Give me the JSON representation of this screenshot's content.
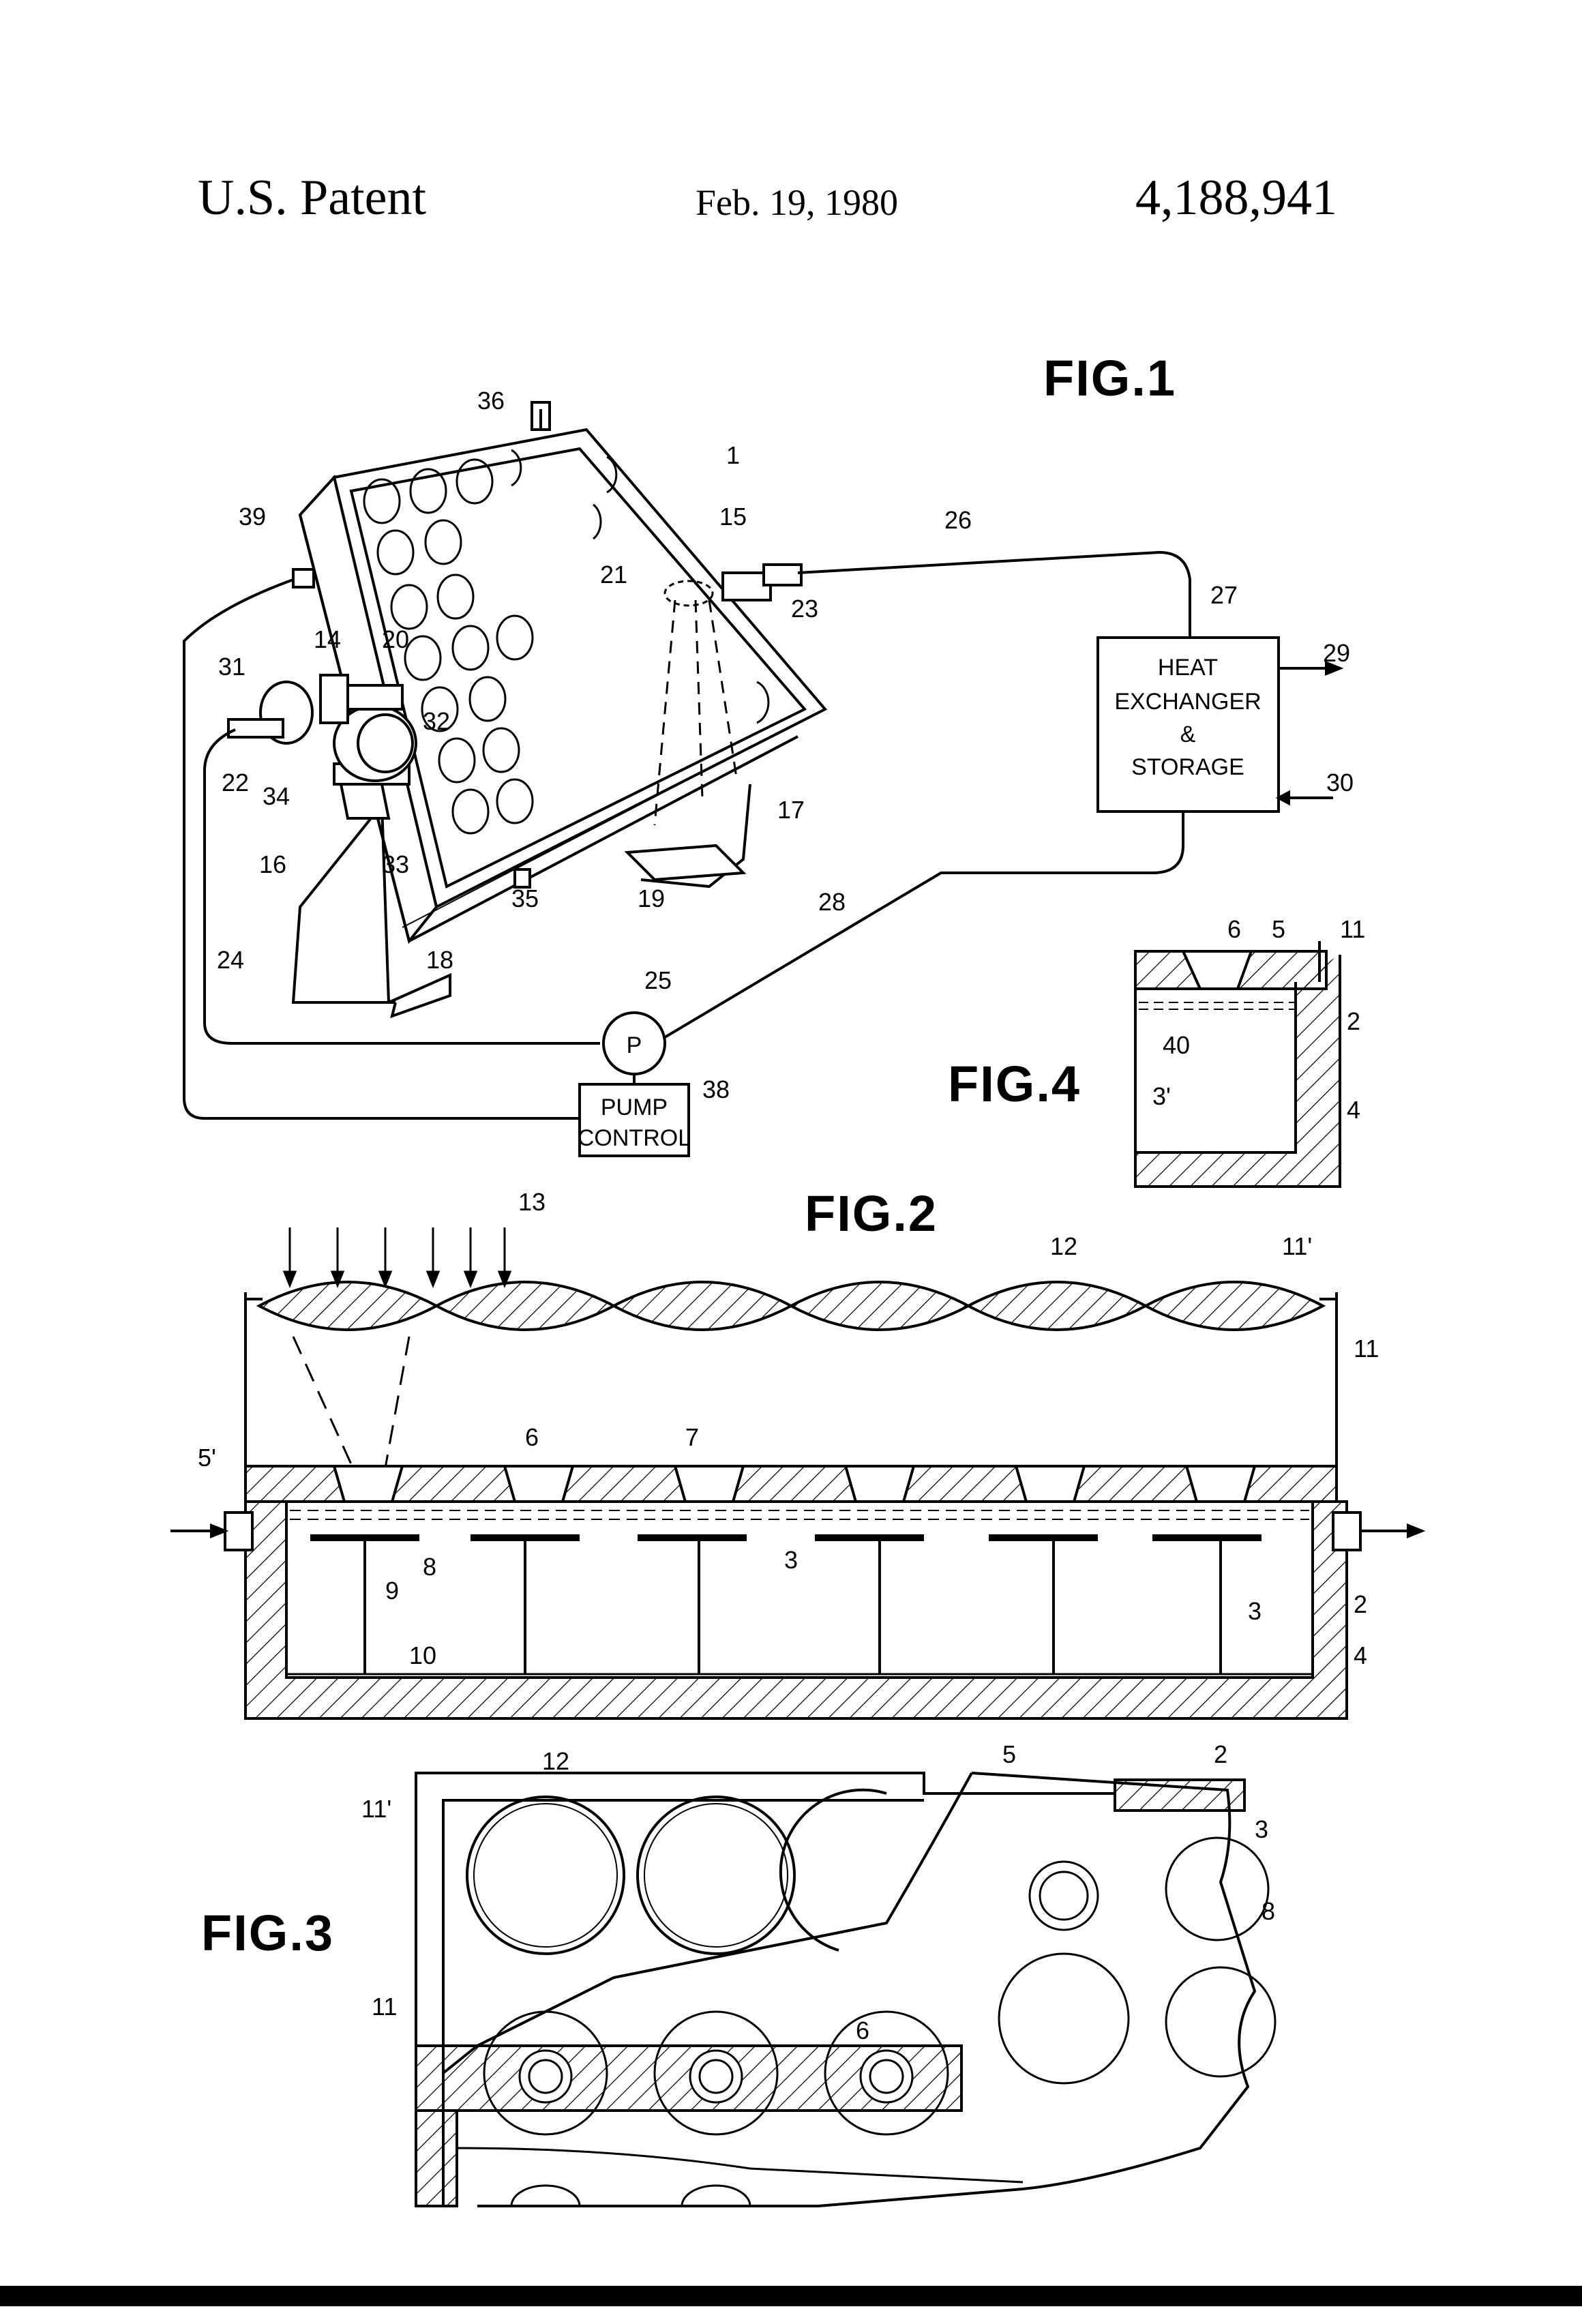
{
  "header": {
    "left": "U.S. Patent",
    "date": "Feb. 19, 1980",
    "number": "4,188,941"
  },
  "figures": {
    "fig1": "FIG.1",
    "fig2": "FIG.2",
    "fig3": "FIG.3",
    "fig4": "FIG.4"
  },
  "boxes": {
    "heat_line1": "HEAT",
    "heat_line2": "EXCHANGER",
    "heat_line3": "&",
    "heat_line4": "STORAGE",
    "pump_symbol": "P",
    "pump_control_line1": "PUMP",
    "pump_control_line2": "CONTROL"
  },
  "refs": {
    "r1": "1",
    "r14": "14",
    "r15": "15",
    "r16": "16",
    "r17": "17",
    "r18": "18",
    "r19": "19",
    "r20": "20",
    "r21": "21",
    "r22": "22",
    "r23": "23",
    "r24": "24",
    "r25": "25",
    "r26": "26",
    "r27": "27",
    "r28": "28",
    "r29": "29",
    "r30": "30",
    "r31": "31",
    "r32": "32",
    "r33": "33",
    "r34": "34",
    "r35": "35",
    "r36": "36",
    "r38": "38",
    "r39": "39",
    "f2_13": "13",
    "f2_12": "12",
    "f2_11p": "11'",
    "f2_11": "11",
    "f2_5p": "5'",
    "f2_6": "6",
    "f2_7": "7",
    "f2_8": "8",
    "f2_3a": "3",
    "f2_9": "9",
    "f2_10": "10",
    "f2_3b": "3",
    "f2_2": "2",
    "f2_4": "4",
    "f4_6": "6",
    "f4_5": "5",
    "f4_11": "11",
    "f4_2": "2",
    "f4_40": "40",
    "f4_3p": "3'",
    "f4_4": "4",
    "f3_12": "12",
    "f3_5": "5",
    "f3_2": "2",
    "f3_11p": "11'",
    "f3_3": "3",
    "f3_8": "8",
    "f3_11": "11",
    "f3_6": "6"
  }
}
